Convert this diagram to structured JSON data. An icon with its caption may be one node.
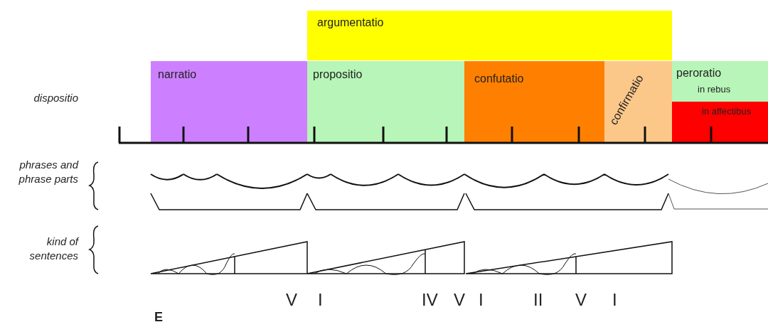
{
  "diagram": {
    "nodes": [
      {
        "text": [
          "argumentatio"
        ]
      },
      {
        "text": [
          "narratio"
        ]
      },
      {
        "text": [
          "propositio"
        ]
      },
      {
        "text": [
          "confutatio"
        ]
      },
      {
        "text": [
          "confirmatio"
        ]
      },
      {
        "text": [
          "peroratio",
          "in rebus"
        ]
      },
      {
        "text": [
          "in affectibus"
        ]
      }
    ],
    "labels": [
      "dispositio",
      "phrases and phrase parts",
      "kind of sentences",
      "V",
      "I",
      "IV",
      "V",
      "I",
      "II",
      "V",
      "I",
      "E"
    ]
  }
}
